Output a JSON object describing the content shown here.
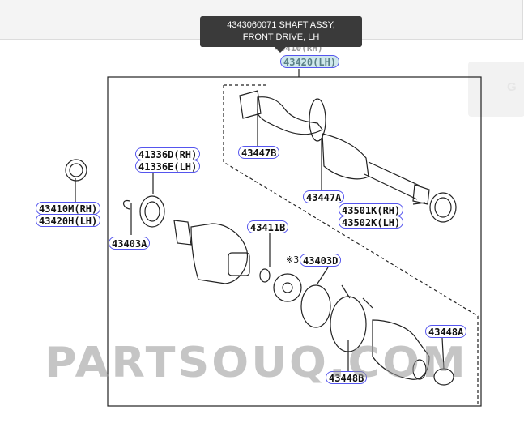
{
  "tooltip": {
    "line1": "4343060071 SHAFT ASSY,",
    "line2": "FRONT DRIVE, LH"
  },
  "ghost_label": "43410(RH)",
  "watermark": "PARTSOUQ.COM",
  "side_panel_glyph": "G",
  "labels": {
    "l43420_lh": "43420(LH)",
    "l41336d": "41336D(RH)",
    "l41336e": "41336E(LH)",
    "l43447b": "43447B",
    "l43447a": "43447A",
    "l43501k": "43501K(RH)",
    "l43502k": "43502K(LH)",
    "l43410m": "43410M(RH)",
    "l43420h": "43420H(LH)",
    "l43403a": "43403A",
    "l43411b": "43411B",
    "l43403d_prefix": "※3",
    "l43403d": "43403D",
    "l43448a": "43448A",
    "l43448b": "43448B"
  }
}
